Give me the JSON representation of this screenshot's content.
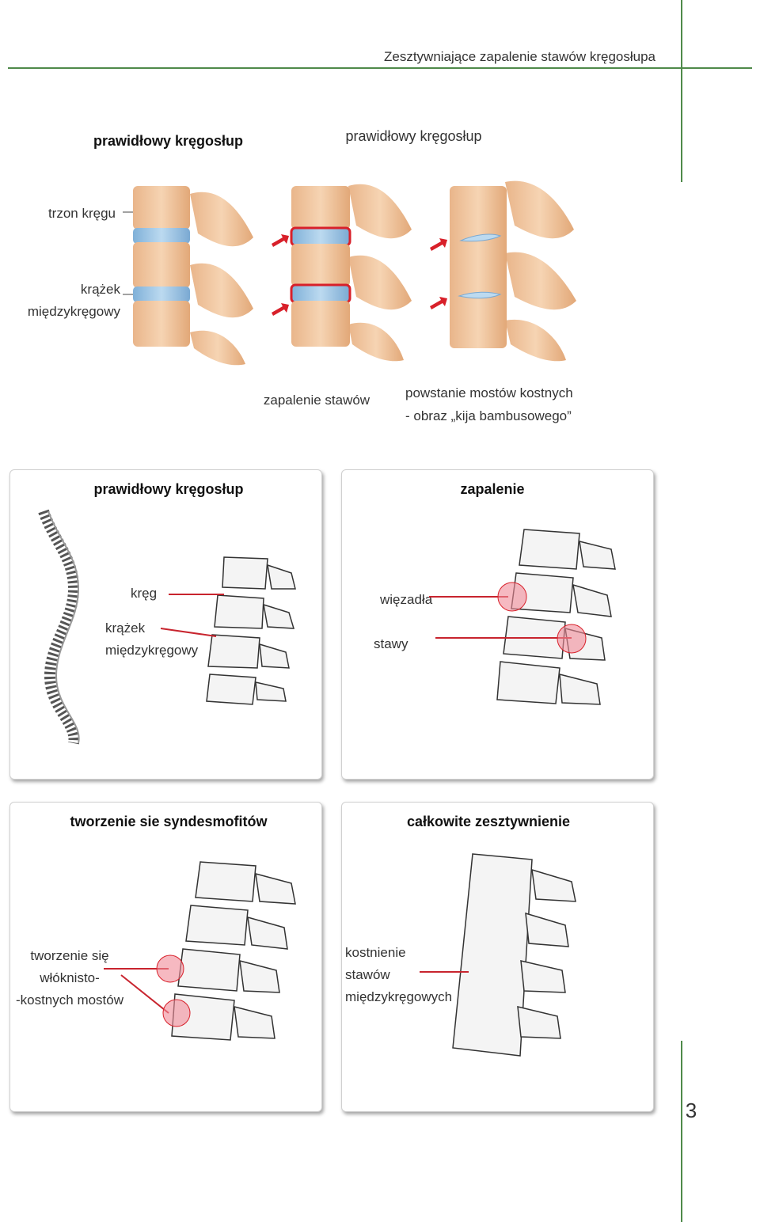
{
  "header": {
    "running_title": "Zesztywniające zapalenie stawów kręgosłupa"
  },
  "top_figure": {
    "col1_title": "prawidłowy kręgosłup",
    "col2_title": "prawidłowy kręgosłup",
    "label_vertebral_body": "trzon kręgu",
    "label_disc_line1": "krążek",
    "label_disc_line2": "międzykręgowy",
    "caption_inflammation": "zapalenie stawów",
    "caption_bridges_line1": "powstanie mostów kostnych",
    "caption_bridges_line2": "- obraz „kija bambusowego”"
  },
  "panels": [
    {
      "title": "prawidłowy kręgosłup",
      "labels": [
        "kręg",
        "krążek",
        "międzykręgowy"
      ]
    },
    {
      "title": "zapalenie",
      "labels": [
        "więzadła",
        "stawy"
      ]
    },
    {
      "title": "tworzenie sie syndesmofitów",
      "labels": [
        "tworzenie się",
        "włóknisto-",
        "-kostnych mostów"
      ]
    },
    {
      "title": "całkowite zesztywnienie",
      "labels": [
        "kostnienie",
        "stawów",
        "międzykręgowych"
      ]
    }
  ],
  "colors": {
    "accent_green": "#4f8a4a",
    "bone": "#f2c9a3",
    "disc": "#9dc3e0",
    "inflammation_red": "#d8202a",
    "highlight_pink": "#f08a98"
  },
  "page_number": "3"
}
